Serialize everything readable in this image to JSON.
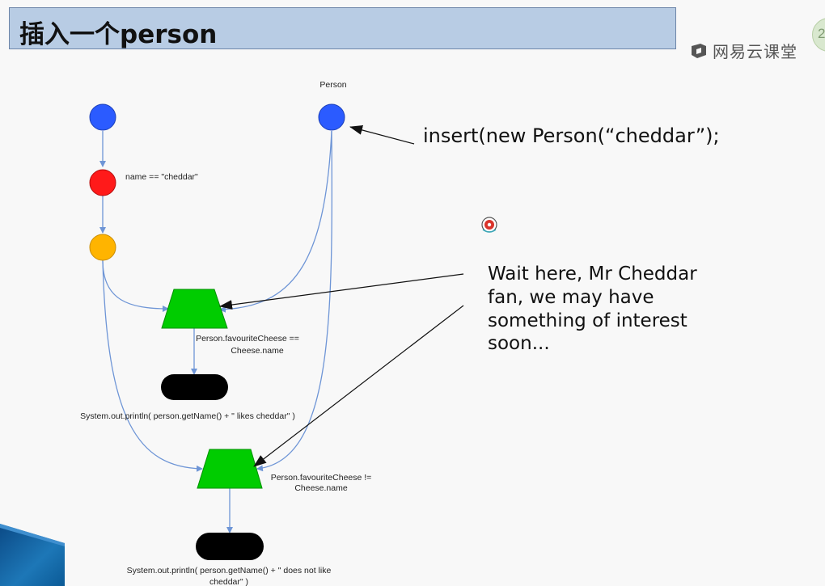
{
  "slide": {
    "title": "插入一个person",
    "watermark": "网易云课堂",
    "corner_badge": "2"
  },
  "diagram": {
    "person_label": "Person",
    "constraint_label": "name == \"cheddar\"",
    "join1_label_line1": "Person.favouriteCheese ==",
    "join1_label_line2": "Cheese.name",
    "terminal1_label": "System.out.println( person.getName() + \" likes cheddar\" )",
    "join2_label_line1": "Person.favouriteCheese !=",
    "join2_label_line2": "Cheese.name",
    "terminal2_label_line1": "System.out.println( person.getName() + \" does not like",
    "terminal2_label_line2": "cheddar\" )"
  },
  "callouts": {
    "insert_code": "insert(new Person(“cheddar”);",
    "wait_line1": "Wait here, Mr Cheddar",
    "wait_line2": "fan, we may have",
    "wait_line3": "something of interest",
    "wait_line4": "soon..."
  },
  "colors": {
    "title_bg": "#b8cce4",
    "object_type_node": "#2b5bff",
    "alpha_node": "#ff1a1a",
    "alpha_memory": "#ffb400",
    "join_node": "#00cc00",
    "terminal_node": "#000000",
    "edge": "#6e95d6"
  }
}
